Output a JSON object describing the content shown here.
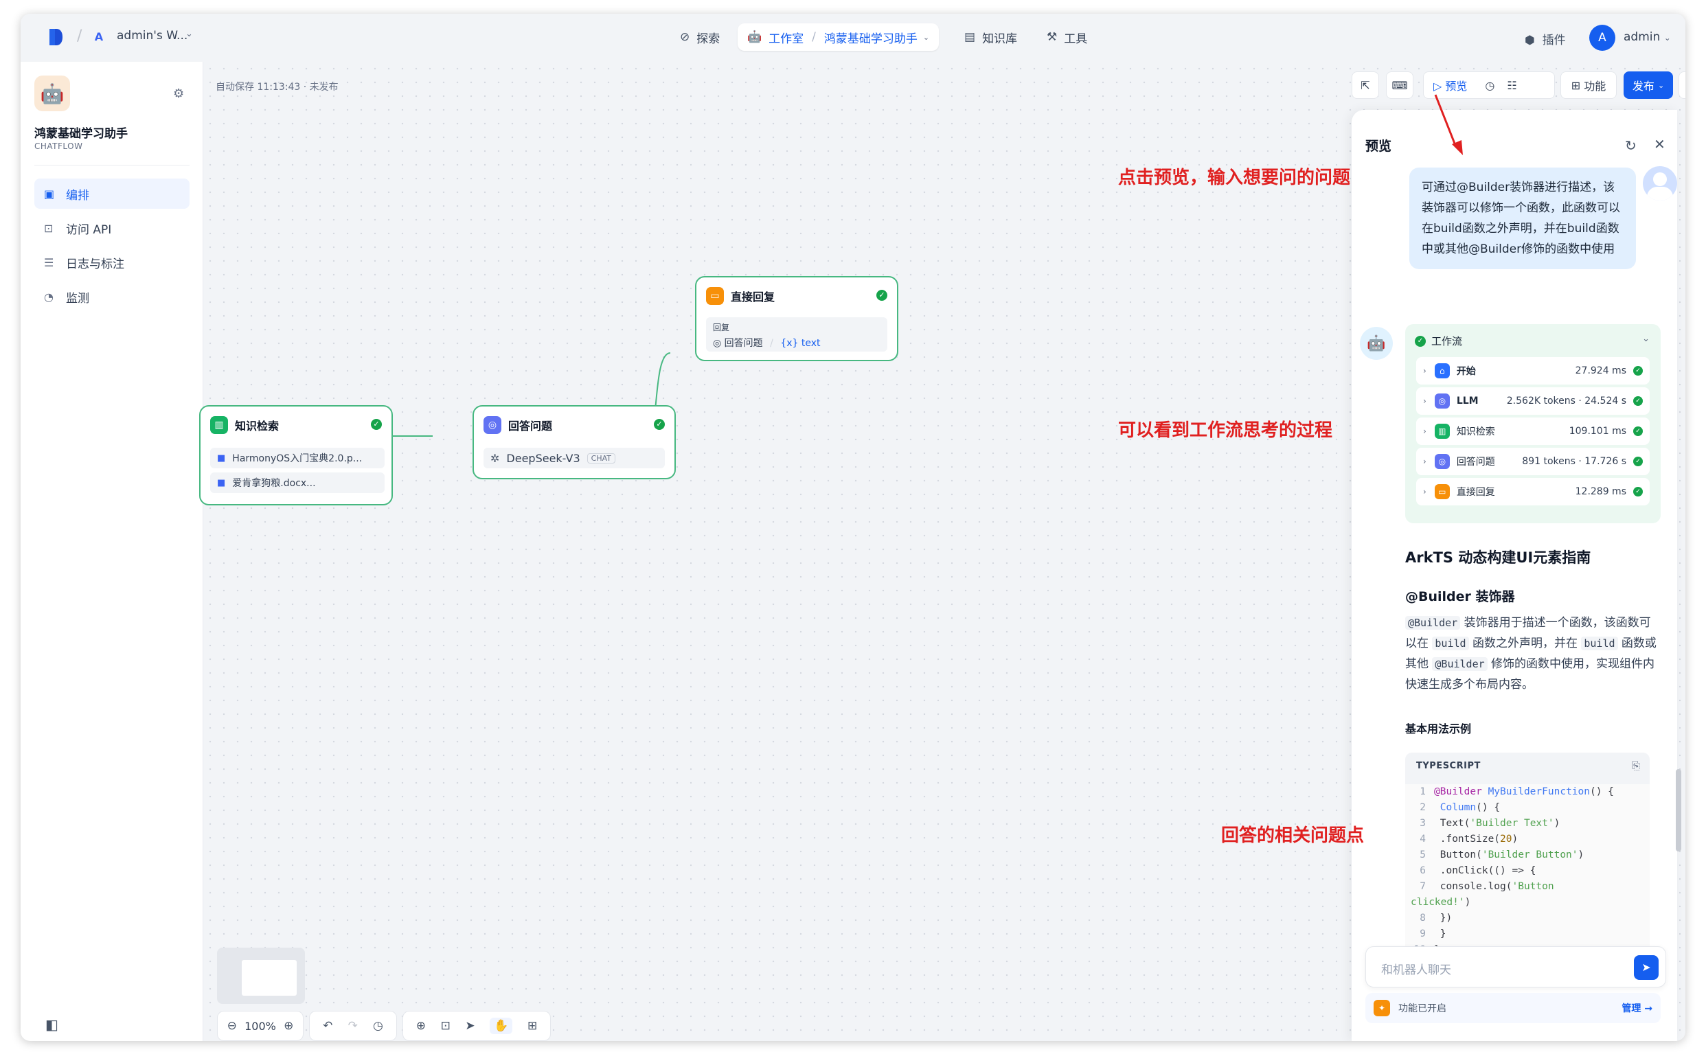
{
  "topbar": {
    "workspace_initial": "A",
    "workspace_name": "admin's W...",
    "nav": {
      "explore": "探索",
      "studio": "工作室",
      "app_name": "鸿蒙基础学习助手",
      "knowledge": "知识库",
      "tools": "工具"
    },
    "plugins": "插件",
    "user_initial": "A",
    "user_name": "admin"
  },
  "sidebar": {
    "app_name": "鸿蒙基础学习助手",
    "app_type": "CHATFLOW",
    "items": [
      {
        "label": "编排"
      },
      {
        "label": "访问 API"
      },
      {
        "label": "日志与标注"
      },
      {
        "label": "监测"
      }
    ]
  },
  "canvas": {
    "autosave": "自动保存 11:13:43 · 未发布",
    "toolbar": {
      "preview": "预览",
      "features": "功能",
      "publish": "发布"
    },
    "nodes": {
      "knowledge": {
        "title": "知识检索",
        "files": [
          "HarmonyOS入门宝典2.0.p...",
          "爱肯拿狗粮.docx..."
        ]
      },
      "llm": {
        "title": "回答问题",
        "model": "DeepSeek-V3",
        "mode": "CHAT"
      },
      "answer": {
        "title": "直接回复",
        "section": "回复",
        "var_source": "回答问题",
        "var_name": "text"
      }
    },
    "zoom": "100%"
  },
  "preview": {
    "title": "预览",
    "user_message": "可通过@Builder装饰器进行描述，该装饰器可以修饰一个函数，此函数可以在build函数之外声明，并在build函数中或其他@Builder修饰的函数中使用",
    "workflow": {
      "title": "工作流",
      "steps": [
        {
          "name": "开始",
          "meta": "27.924 ms",
          "color": "#2970ff"
        },
        {
          "name": "LLM",
          "meta": "2.562K tokens · 24.524 s",
          "color": "#6172f3"
        },
        {
          "name": "知识检索",
          "meta": "109.101 ms",
          "color": "#16b364"
        },
        {
          "name": "回答问题",
          "meta": "891 tokens · 17.726 s",
          "color": "#6172f3"
        },
        {
          "name": "直接回复",
          "meta": "12.289 ms",
          "color": "#f79009"
        }
      ]
    },
    "answer": {
      "h1": "ArkTS 动态构建UI元素指南",
      "h2": "@Builder 装饰器",
      "p": {
        "c1": "@Builder",
        "t1": " 装饰器用于描述一个函数，该函数可以在 ",
        "c2": "build",
        "t2": " 函数之外声明，并在 ",
        "c3": "build",
        "t3": " 函数或其他 ",
        "c4": "@Builder",
        "t4": " 修饰的函数中使用，实现组件内快速生成多个布局内容。"
      },
      "h3": "基本用法示例",
      "code_lang": "TYPESCRIPT"
    },
    "input_placeholder": "和机器人聊天",
    "features_enabled": "功能已开启",
    "manage": "管理"
  },
  "annotations": {
    "a1": "点击预览，输入想要问的问题",
    "a2": "可以看到工作流思考的过程",
    "a3": "回答的相关问题点"
  },
  "colors": {
    "accent": "#155eef",
    "node_border": "#47b881",
    "annotation": "#e02020"
  }
}
